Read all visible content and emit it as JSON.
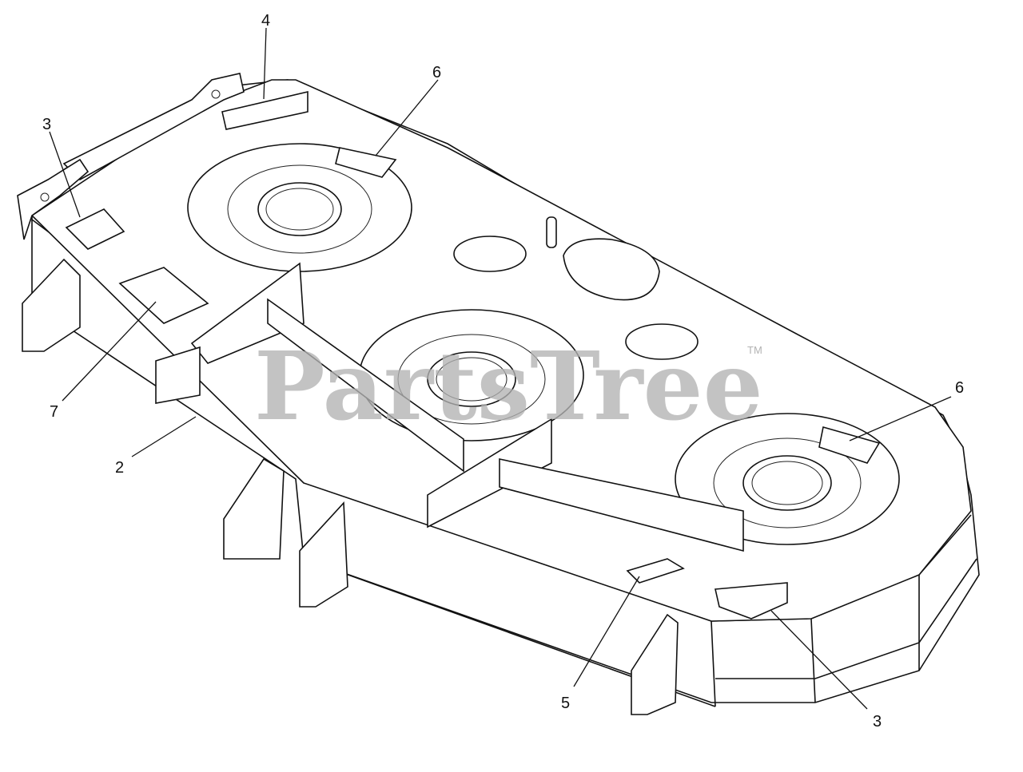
{
  "watermark": {
    "text": "PartsTree",
    "trademark": "TM"
  },
  "callouts": [
    {
      "id": "c4",
      "number": "4"
    },
    {
      "id": "c6a",
      "number": "6"
    },
    {
      "id": "c3a",
      "number": "3"
    },
    {
      "id": "c7",
      "number": "7"
    },
    {
      "id": "c2",
      "number": "2"
    },
    {
      "id": "c6b",
      "number": "6"
    },
    {
      "id": "c5",
      "number": "5"
    },
    {
      "id": "c3b",
      "number": "3"
    }
  ],
  "colors": {
    "line": "#111111",
    "watermark": "#b3b3b3",
    "background": "#ffffff"
  },
  "icons": [
    "mower-deck-drawing",
    "decal-icon",
    "watermark-logo"
  ]
}
